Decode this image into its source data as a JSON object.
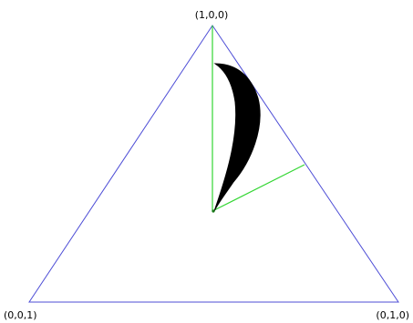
{
  "vertices": {
    "top": "(1,0,0)",
    "left": "(0,0,1)",
    "right": "(0,1,0)"
  },
  "colors": {
    "triangle_edge": "#4d4dd6",
    "guide_line": "#33d633",
    "region_fill": "#000000",
    "background": "#ffffff"
  }
}
